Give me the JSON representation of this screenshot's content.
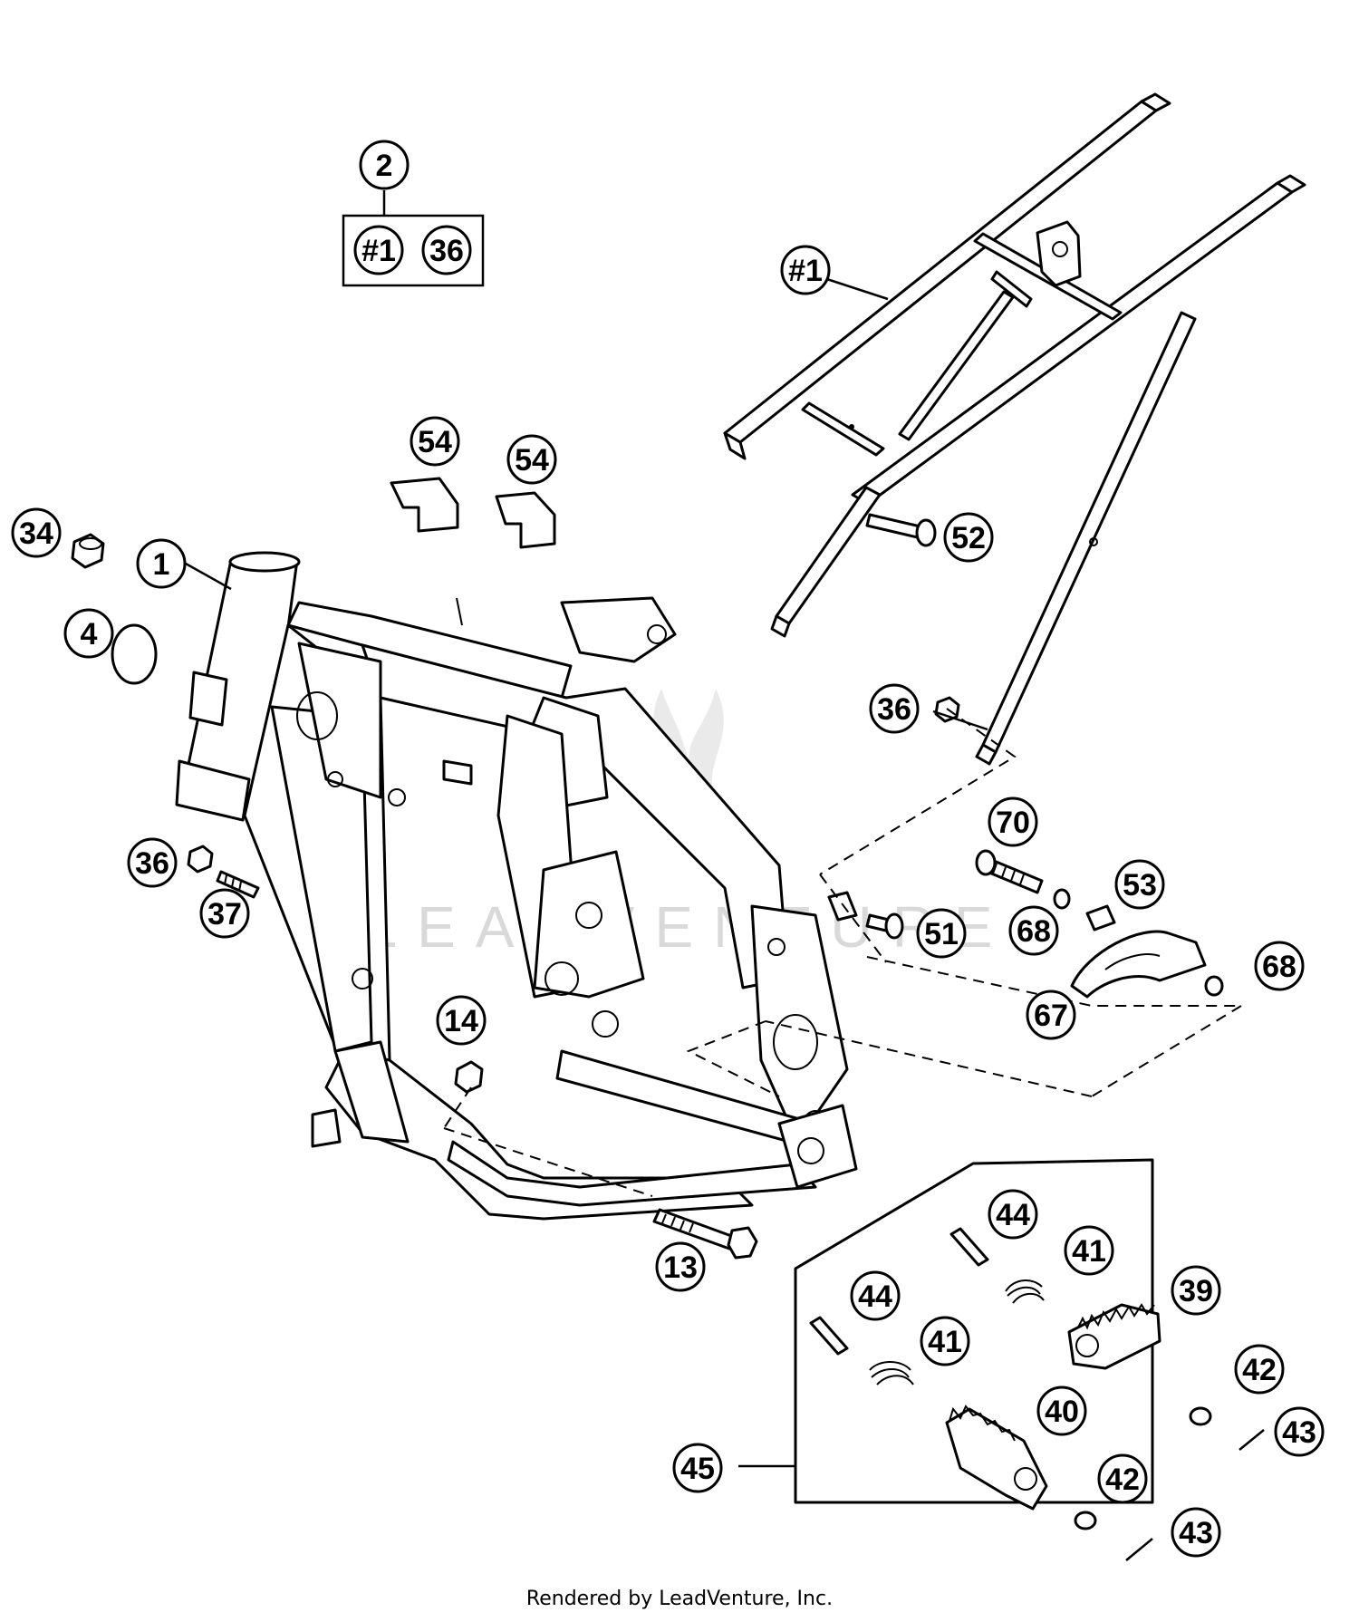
{
  "watermark": "LEADVENTURE",
  "kit": {
    "label": "2",
    "contents": [
      "#1",
      "36"
    ]
  },
  "callouts": [
    {
      "id": "c-1",
      "label": "1"
    },
    {
      "id": "c-34",
      "label": "34"
    },
    {
      "id": "c-4",
      "label": "4"
    },
    {
      "id": "c-54a",
      "label": "54"
    },
    {
      "id": "c-54b",
      "label": "54"
    },
    {
      "id": "c-h1",
      "label": "#1"
    },
    {
      "id": "c-52",
      "label": "52"
    },
    {
      "id": "c-36a",
      "label": "36"
    },
    {
      "id": "c-36b",
      "label": "36"
    },
    {
      "id": "c-37",
      "label": "37"
    },
    {
      "id": "c-70",
      "label": "70"
    },
    {
      "id": "c-53",
      "label": "53"
    },
    {
      "id": "c-51",
      "label": "51"
    },
    {
      "id": "c-68a",
      "label": "68"
    },
    {
      "id": "c-68b",
      "label": "68"
    },
    {
      "id": "c-67",
      "label": "67"
    },
    {
      "id": "c-14",
      "label": "14"
    },
    {
      "id": "c-13",
      "label": "13"
    },
    {
      "id": "c-44a",
      "label": "44"
    },
    {
      "id": "c-41a",
      "label": "41"
    },
    {
      "id": "c-39",
      "label": "39"
    },
    {
      "id": "c-44b",
      "label": "44"
    },
    {
      "id": "c-41b",
      "label": "41"
    },
    {
      "id": "c-42a",
      "label": "42"
    },
    {
      "id": "c-40",
      "label": "40"
    },
    {
      "id": "c-43a",
      "label": "43"
    },
    {
      "id": "c-45",
      "label": "45"
    },
    {
      "id": "c-42b",
      "label": "42"
    },
    {
      "id": "c-43b",
      "label": "43"
    }
  ],
  "footer": "Rendered by LeadVenture, Inc."
}
